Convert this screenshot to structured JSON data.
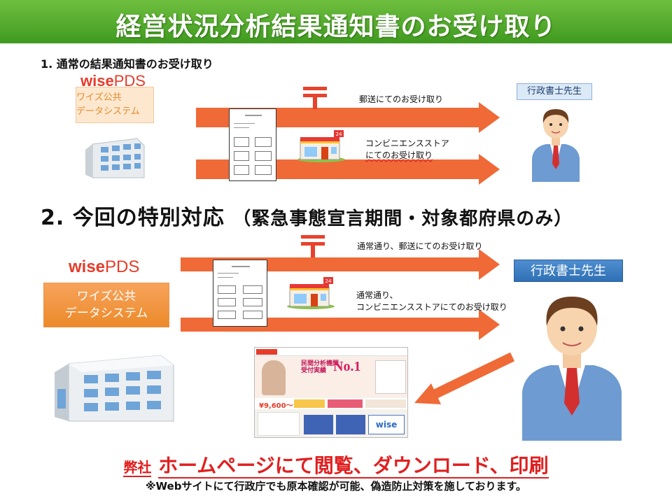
{
  "banner": {
    "title": "経営状況分析結果通知書のお受け取り"
  },
  "section1": {
    "title": "1. 通常の結果通知書のお受け取り",
    "logo_main": "wise",
    "logo_sub": "PDS",
    "company_line1": "ワイズ公共",
    "company_line2": "データシステム",
    "recipient": "行政書士先生",
    "mail_label": "郵送にてのお受け取り",
    "conv_label_line1": "コンビニエンスストア",
    "conv_label_line2": "にてのお受け取り"
  },
  "section2": {
    "title_num": "2.",
    "title_main": "今回の特別対応",
    "title_sub": "（緊急事態宣言期間・対象都府県のみ）",
    "logo_main": "wise",
    "logo_sub": "PDS",
    "company_line1": "ワイズ公共",
    "company_line2": "データシステム",
    "recipient": "行政書士先生",
    "mail_label": "通常通り、郵送にてのお受け取り",
    "conv_label_line1": "通常通り、",
    "conv_label_line2": "コンビニエンスストアにてのお受け取り"
  },
  "store_badge": "24",
  "website": {
    "headline1": "民間分析機関",
    "headline2": "受付実績",
    "rank": "No.1",
    "price": "¥9,600～",
    "brand": "wise"
  },
  "footer": {
    "prefix": "弊社",
    "main": "ホームページにて閲覧、ダウンロード、印刷",
    "note": "※Webサイトにて行政庁でも原本確認が可能、偽造防止対策を施しております。"
  },
  "colors": {
    "banner_green": "#4fa82a",
    "arrow_orange": "#ef6a37",
    "logo_red": "#e63c2a",
    "footer_red": "#e02020",
    "recipient_blue": "#2f6fb4"
  },
  "icons": [
    "post-mark-icon",
    "convenience-store-icon",
    "office-building-icon",
    "businessman-icon",
    "document-icon"
  ]
}
